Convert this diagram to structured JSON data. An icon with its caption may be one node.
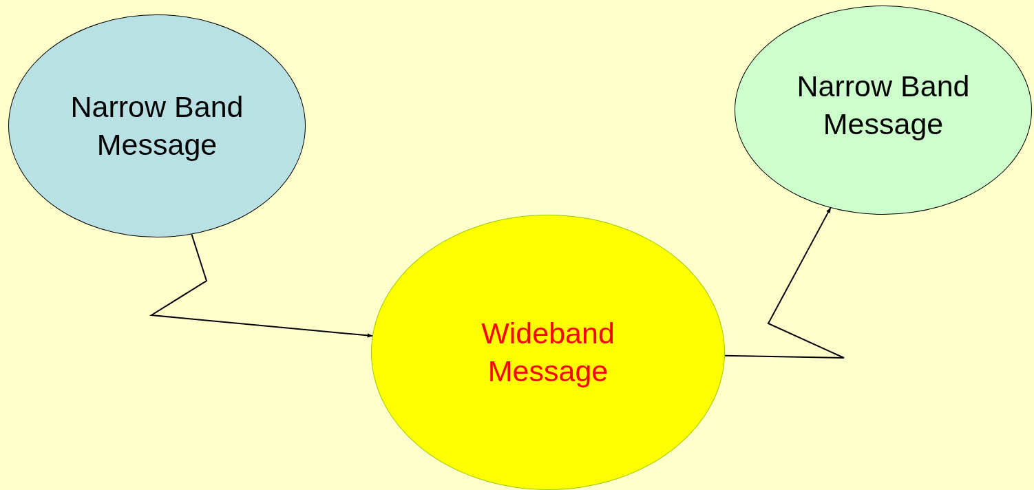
{
  "diagram": {
    "nodes": [
      {
        "text": [
          "Narrow Band Message"
        ]
      },
      {
        "text": [
          "Wideband Message"
        ]
      },
      {
        "text": [
          "Narrow Band Message"
        ]
      }
    ],
    "edges": [
      {
        "from": 0,
        "to": 1,
        "arrow": "to"
      },
      {
        "from": 1,
        "to": 2,
        "arrow": "to"
      }
    ]
  }
}
